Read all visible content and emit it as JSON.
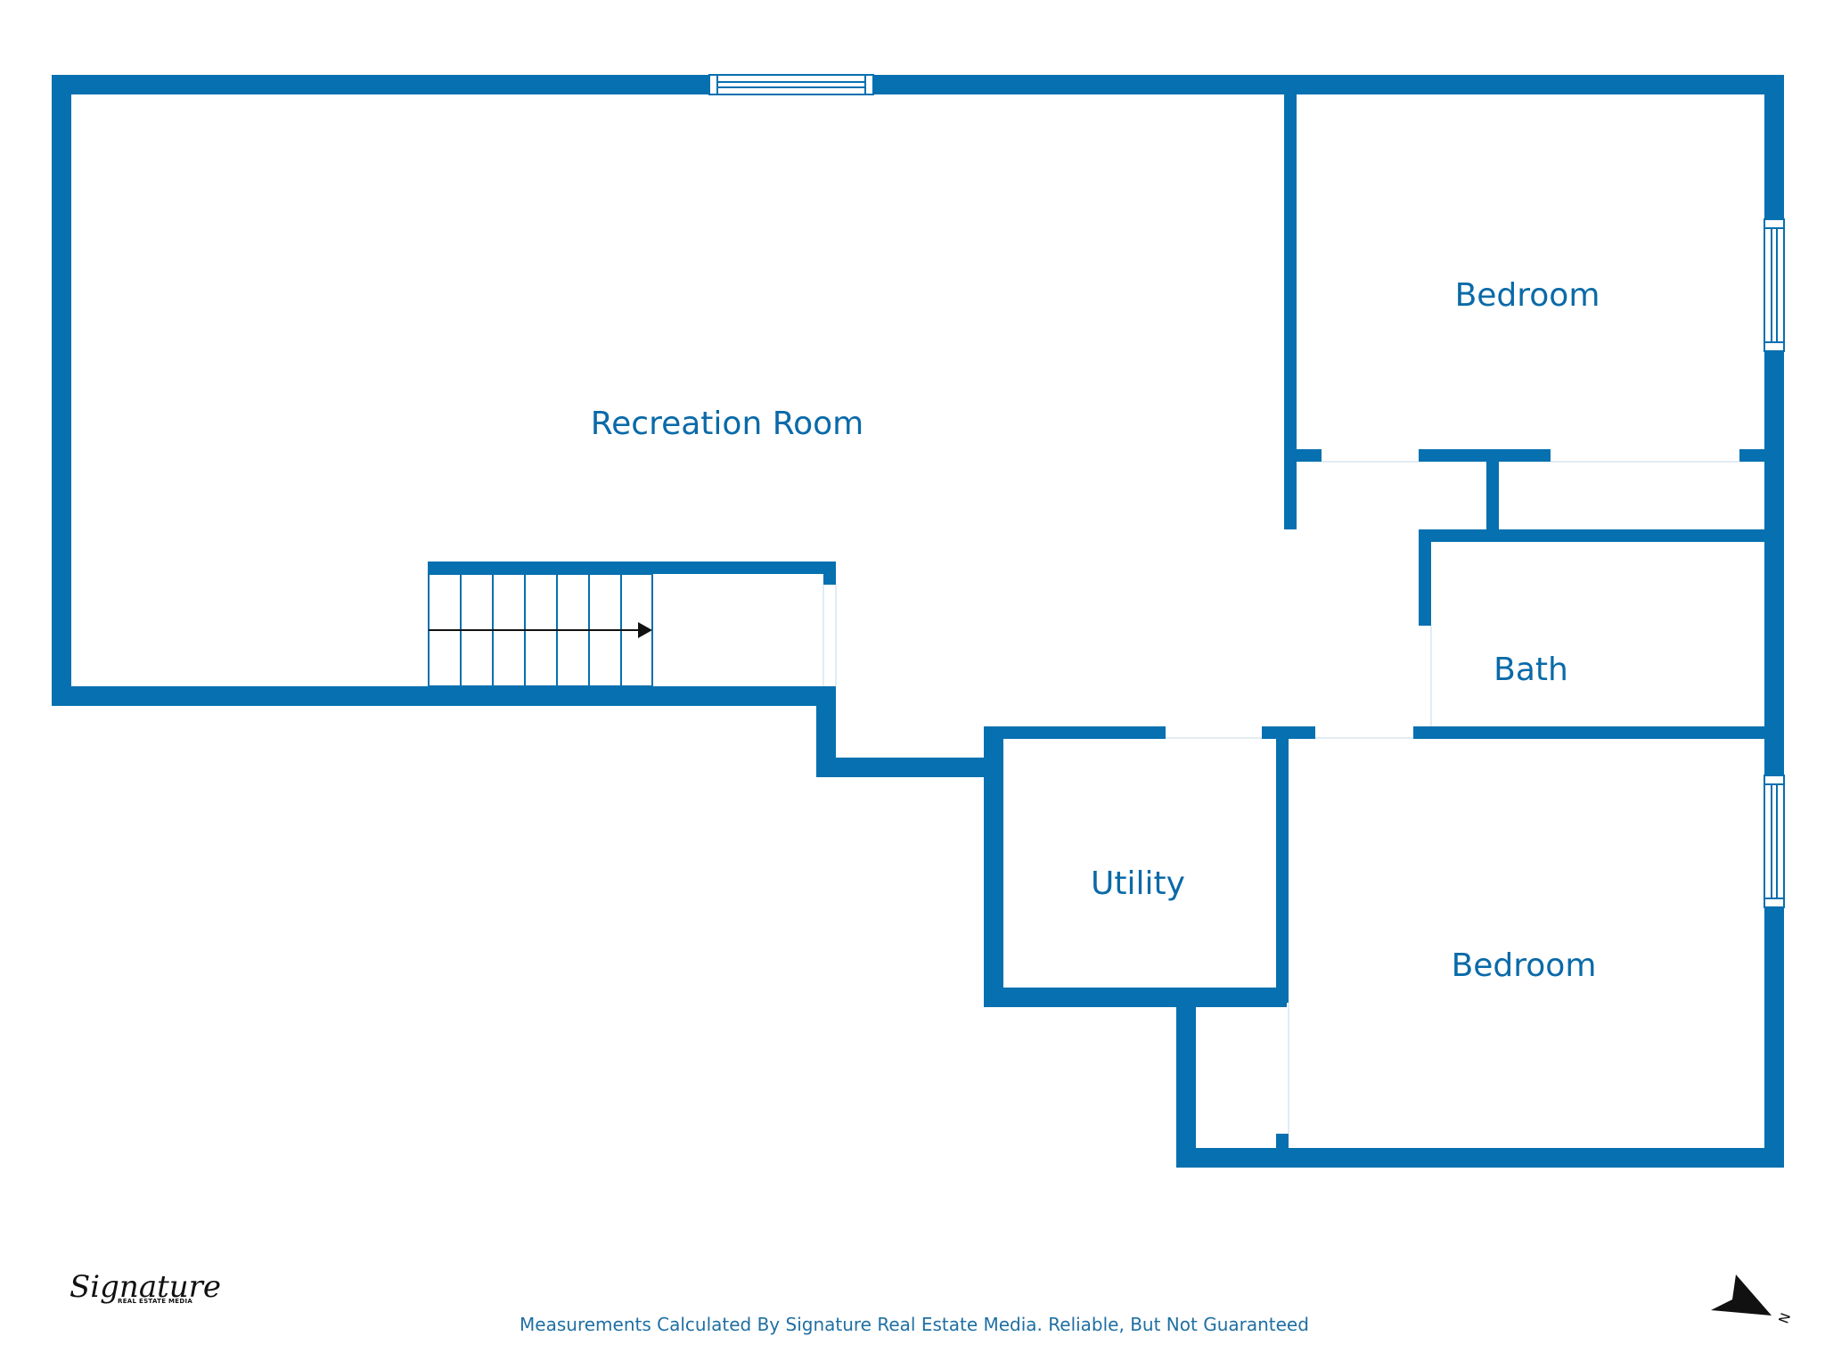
{
  "rooms": {
    "recreation": "Recreation Room",
    "bedroom_upper": "Bedroom",
    "bath": "Bath",
    "utility": "Utility",
    "bedroom_lower": "Bedroom"
  },
  "footer": {
    "disclaimer": "Measurements Calculated By Signature Real Estate Media. Reliable, But Not Guaranteed"
  },
  "logo": {
    "script": "Signature",
    "sub": "REAL ESTATE MEDIA"
  },
  "compass": {
    "letter": "N"
  },
  "colors": {
    "wall": "#0670b0",
    "label": "#0a6aa8",
    "background": "#ffffff"
  }
}
